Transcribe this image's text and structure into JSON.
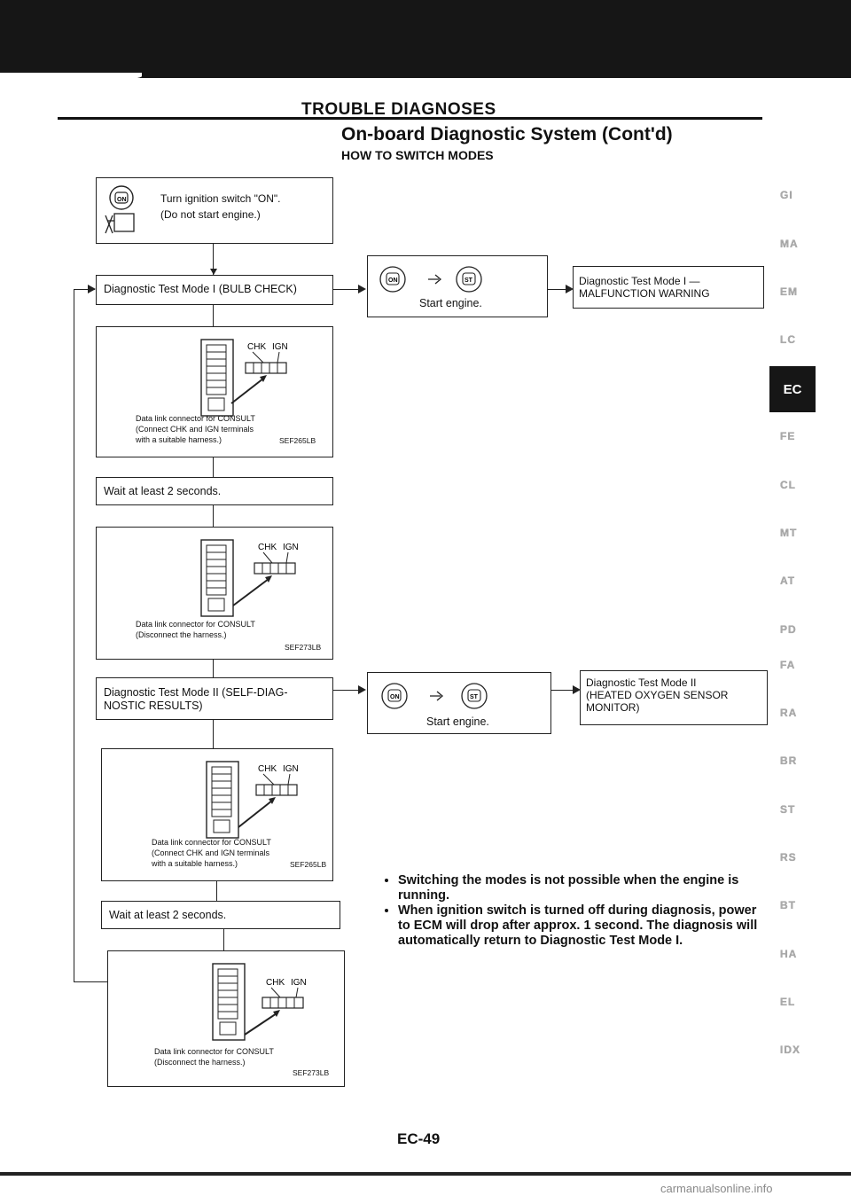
{
  "header": {
    "section_title": "TROUBLE DIAGNOSES",
    "subtitle": "On-board Diagnostic System (Cont'd)",
    "subsection": "HOW TO SWITCH MODES"
  },
  "flow": {
    "step1_line1": "Turn ignition switch \"ON\".",
    "step1_line2": "(Do not start engine.)",
    "mode1": "Diagnostic Test Mode I (BULB CHECK)",
    "start_engine_1": "Start engine.",
    "mode1_malfunction_line1": "Diagnostic Test Mode I —",
    "mode1_malfunction_line2": "MALFUNCTION WARNING",
    "conn1": {
      "chk": "CHK",
      "ign": "IGN",
      "caption_line1": "Data link connector for CONSULT",
      "caption_line2": "(Connect CHK and IGN terminals",
      "caption_line3": "with a suitable harness.)",
      "ref": "SEF265LB"
    },
    "wait1": "Wait at least 2 seconds.",
    "conn2": {
      "chk": "CHK",
      "ign": "IGN",
      "caption_line1": "Data link connector for CONSULT",
      "caption_line2": "(Disconnect the harness.)",
      "ref": "SEF273LB"
    },
    "mode2_line1": "Diagnostic Test Mode II (SELF-DIAG-",
    "mode2_line2": "NOSTIC RESULTS)",
    "start_engine_2": "Start engine.",
    "mode2_o2_line1": "Diagnostic Test Mode II",
    "mode2_o2_line2": "(HEATED OXYGEN SENSOR",
    "mode2_o2_line3": "MONITOR)",
    "conn3": {
      "chk": "CHK",
      "ign": "IGN",
      "caption_line1": "Data link connector for CONSULT",
      "caption_line2": "(Connect CHK and IGN terminals",
      "caption_line3": "with a suitable harness.)",
      "ref": "SEF265LB"
    },
    "wait2": "Wait at least 2 seconds.",
    "conn4": {
      "chk": "CHK",
      "ign": "IGN",
      "caption_line1": "Data link connector for CONSULT",
      "caption_line2": "(Disconnect the harness.)",
      "ref": "SEF273LB"
    },
    "key_on": "ON",
    "key_st": "ST"
  },
  "notes": [
    "Switching the modes is not possible when the engine is running.",
    "When ignition switch is turned off during diagnosis, power to ECM will drop after approx. 1 second. The diagnosis will automatically return to Diagnostic Test Mode I."
  ],
  "sidebar": [
    "GI",
    "MA",
    "EM",
    "LC",
    "EC",
    "FE",
    "CL",
    "MT",
    "AT",
    "PD",
    "FA",
    "RA",
    "BR",
    "ST",
    "RS",
    "BT",
    "HA",
    "EL",
    "IDX"
  ],
  "sidebar_active": "EC",
  "page_number": "EC-49",
  "watermark": "carmanualsonline.info"
}
